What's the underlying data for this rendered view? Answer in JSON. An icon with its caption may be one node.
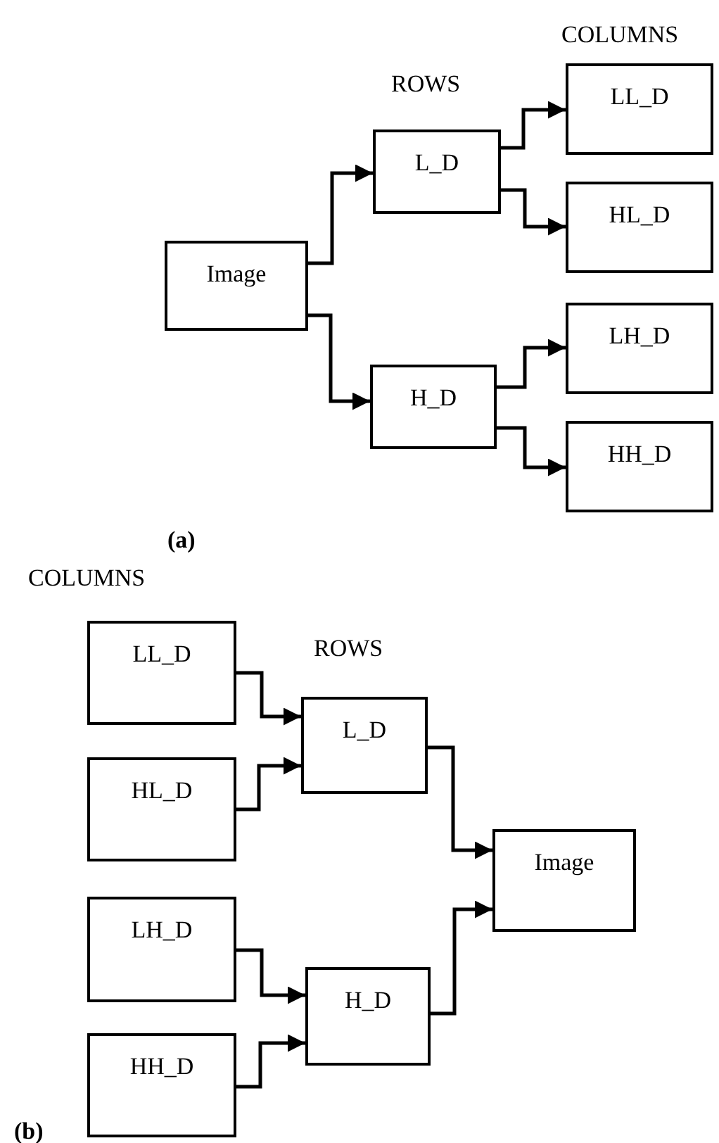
{
  "diagram": {
    "nodes": [
      {
        "text": [
          "Image"
        ]
      },
      {
        "text": [
          "L_D"
        ]
      },
      {
        "text": [
          "H_D"
        ]
      },
      {
        "text": [
          "LL_D"
        ]
      },
      {
        "text": [
          "HL_D"
        ]
      },
      {
        "text": [
          "LH_D"
        ]
      },
      {
        "text": [
          "HH_D"
        ]
      },
      {
        "text": [
          "LL_D"
        ]
      },
      {
        "text": [
          "HL_D"
        ]
      },
      {
        "text": [
          "L_D"
        ]
      },
      {
        "text": [
          "Image"
        ]
      },
      {
        "text": [
          "LH_D"
        ]
      },
      {
        "text": [
          "H_D"
        ]
      },
      {
        "text": [
          "HH_D"
        ]
      }
    ],
    "edges": [
      {
        "from": 0,
        "to": 1,
        "arrow": "to"
      },
      {
        "from": 0,
        "to": 2,
        "arrow": "to"
      },
      {
        "from": 1,
        "to": 3,
        "arrow": "to"
      },
      {
        "from": 1,
        "to": 4,
        "arrow": "to"
      },
      {
        "from": 2,
        "to": 5,
        "arrow": "to"
      },
      {
        "from": 2,
        "to": 6,
        "arrow": "to"
      },
      {
        "from": 7,
        "to": 9,
        "arrow": "to"
      },
      {
        "from": 8,
        "to": 9,
        "arrow": "to"
      },
      {
        "from": 9,
        "to": 10,
        "arrow": "to"
      },
      {
        "from": 12,
        "to": 10,
        "arrow": "to"
      },
      {
        "from": 11,
        "to": 12,
        "arrow": "to"
      },
      {
        "from": 13,
        "to": 12,
        "arrow": "to"
      }
    ],
    "labels": [
      "COLUMNS",
      "ROWS",
      "(a)",
      "COLUMNS",
      "ROWS",
      "(b)"
    ]
  }
}
